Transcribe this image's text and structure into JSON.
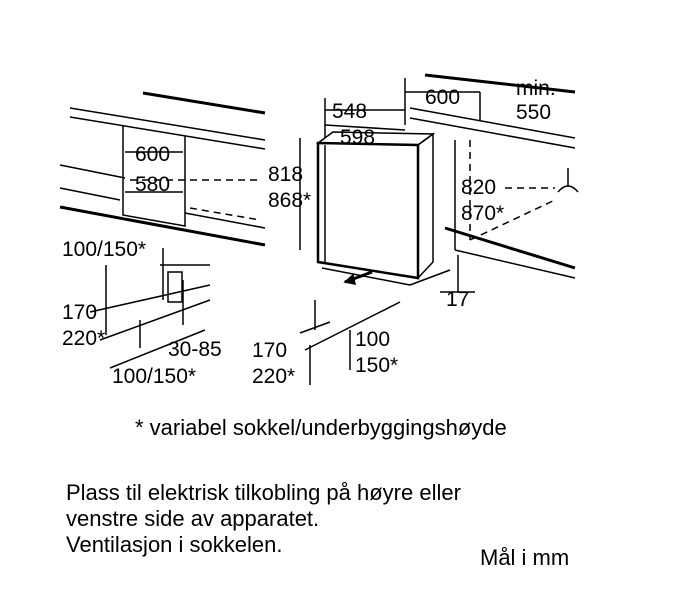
{
  "left_view": {
    "width_top": "600",
    "width_inner": "580",
    "plinth_height": "100/150*",
    "recess_height_a": "170",
    "recess_height_b": "220*",
    "plinth_offset": "30-85",
    "bottom_plinth": "100/150*"
  },
  "right_view": {
    "depth_548": "548",
    "width_598": "598",
    "niche_width": "600",
    "min_label": "min.",
    "min_value": "550",
    "height_a": "818",
    "height_b": "868*",
    "niche_height_a": "820",
    "niche_height_b": "870*",
    "gap": "17",
    "plinth_a": "100",
    "plinth_b": "150*",
    "base_a": "170",
    "base_b": "220*"
  },
  "footnote": "* variabel sokkel/underbyggingshøyde",
  "info_lines": [
    "Plass til elektrisk tilkobling på høyre eller",
    "venstre side av apparatet.",
    "Ventilasjon i sokkelen."
  ],
  "units": "Mål i mm"
}
